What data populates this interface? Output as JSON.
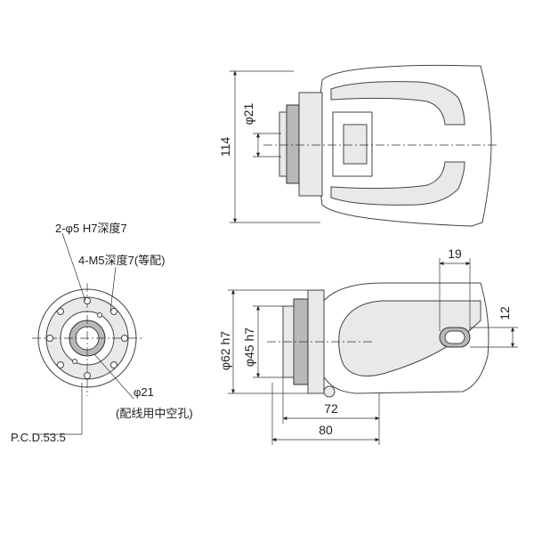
{
  "top_view": {
    "height_dim": "114",
    "bore_dim": "φ21"
  },
  "front_view": {
    "pin_holes": "2-φ5 H7深度7",
    "tapped_holes": "4-M5深度7(等配)",
    "bore_label": "φ21",
    "bore_note": "(配线用中空孔)",
    "pcd": "P.C.D.53.5"
  },
  "side_view": {
    "flange_dia": "φ62 h7",
    "spigot_dia": "φ45 h7",
    "slot_width": "19",
    "slot_height": "12",
    "length_72": "72",
    "length_80": "80"
  }
}
